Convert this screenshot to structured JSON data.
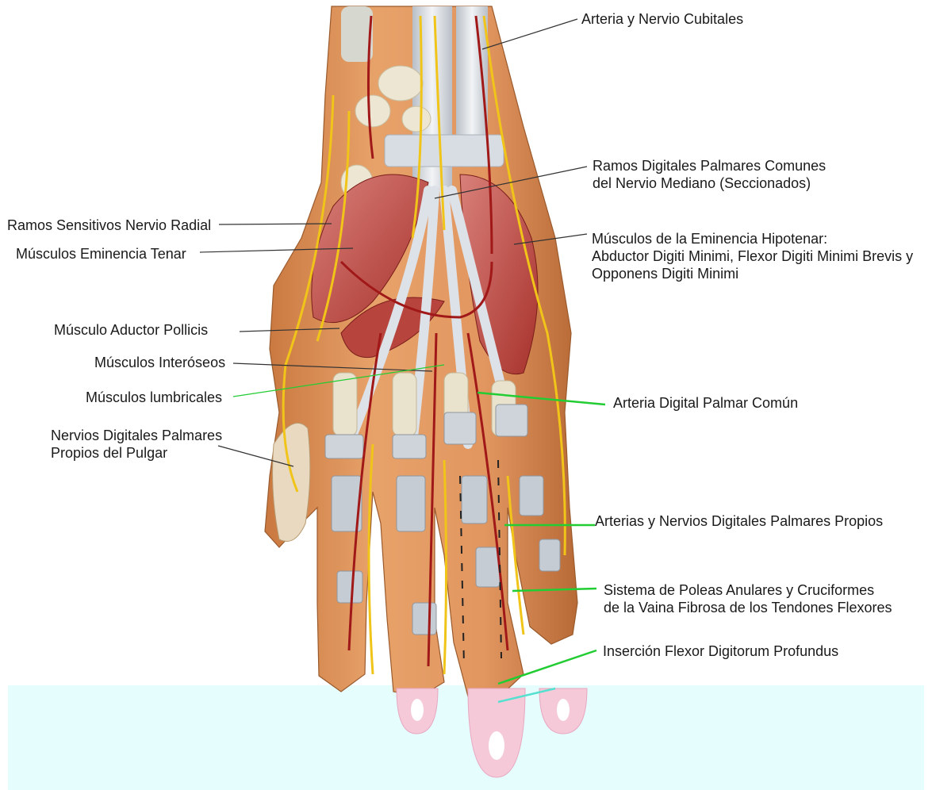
{
  "colors": {
    "skin": "#e0955a",
    "skin_dark": "#b86a36",
    "muscle": "#b8403a",
    "muscle_light": "#d87a6a",
    "tendon": "#dfe3e8",
    "bone": "#ece6d2",
    "nerve": "#f0c419",
    "artery": "#a01818",
    "leader_gray": "#333333",
    "leader_green": "#22cc33",
    "band": "#e6fdfd",
    "fingertip": "#f5c9d8"
  },
  "labels": {
    "arteria_nervio_cubitales": "Arteria y Nervio Cubitales",
    "ramos_digitales_comunes": [
      "Ramos Digitales Palmares Comunes",
      "del Nervio Mediano (Seccionados)"
    ],
    "ramos_sensitivos_radial": "Ramos Sensitivos Nervio Radial",
    "musculos_eminencia_tenar": "Músculos Eminencia Tenar",
    "musculos_hipotenar": [
      "Músculos de la Eminencia Hipotenar:",
      "Abductor Digiti Minimi, Flexor Digiti Minimi Brevis y",
      "Opponens Digiti Minimi"
    ],
    "musculo_aductor_pollicis": "Músculo Aductor Pollicis",
    "musculos_interoseos": "Músculos Interóseos",
    "musculos_lumbricales": "Músculos lumbricales",
    "arteria_digital_palmar_comun": "Arteria Digital Palmar Común",
    "nervios_digitales_pulgar": [
      "Nervios Digitales Palmares",
      "Propios del Pulgar"
    ],
    "arterias_nervios_propios": "Arterias y Nervios Digitales Palmares Propios",
    "sistema_poleas": [
      "Sistema de Poleas Anulares y Cruciformes",
      "de la Vaina Fibrosa de los Tendones Flexores"
    ],
    "insercion_fdp": "Inserción Flexor Digitorum Profundus"
  }
}
